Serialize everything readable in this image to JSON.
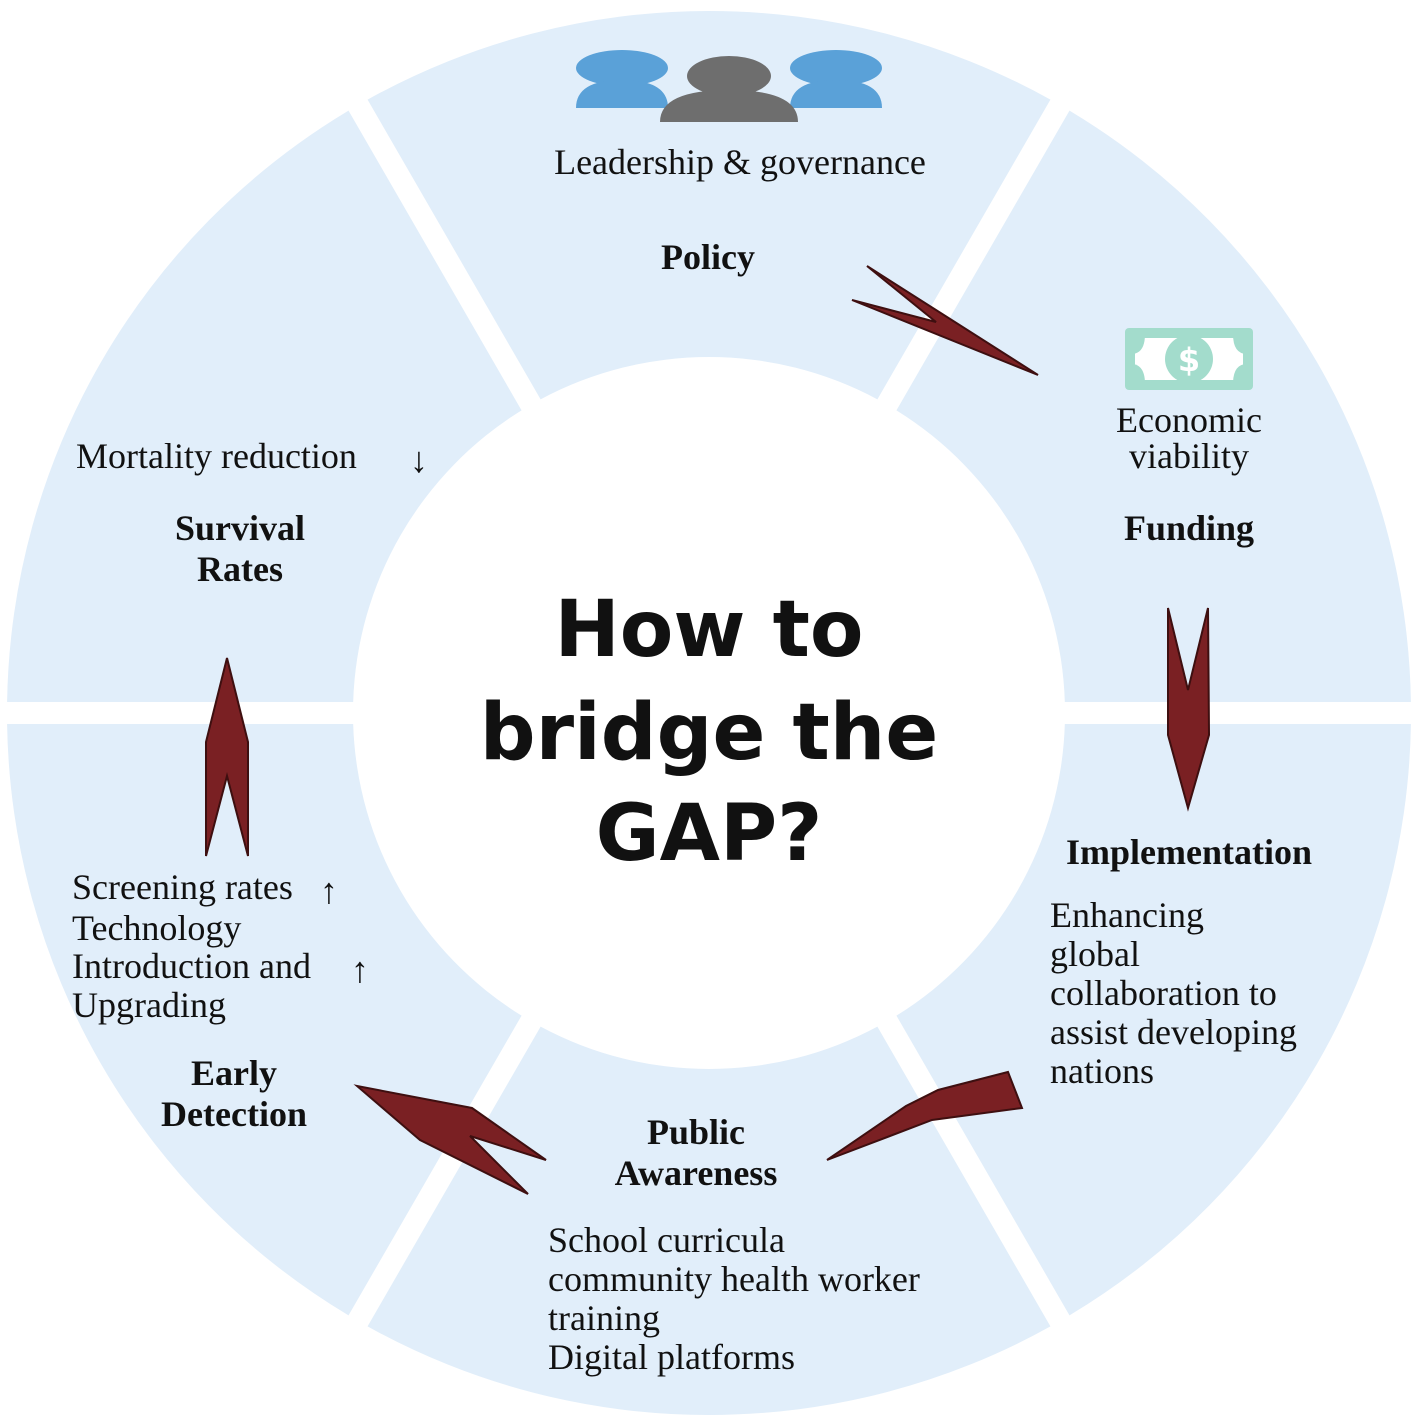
{
  "colors": {
    "segment_fill": "#e1eefa",
    "arrow_fill": "#7a2023",
    "people_side": "#5aa1d8",
    "people_center": "#6e6e6e",
    "money": "#a3dccc",
    "center": "#ffffff",
    "text": "#111111"
  },
  "center_title": [
    "How to",
    "bridge the",
    "GAP?"
  ],
  "segments": {
    "policy": {
      "icon": "people-group-icon",
      "subtitle": "Leadership & governance",
      "title": "Policy"
    },
    "funding": {
      "icon": "dollar-bill-icon",
      "subtitle": [
        "Economic",
        "viability"
      ],
      "title": "Funding"
    },
    "implementation": {
      "title": "Implementation",
      "details": [
        "Enhancing",
        "global",
        "collaboration to",
        "assist developing",
        "nations"
      ]
    },
    "public_awareness": {
      "title": [
        "Public",
        "Awareness"
      ],
      "details": [
        "School curricula",
        "community health worker",
        "training",
        "Digital platforms"
      ]
    },
    "early_detection": {
      "title": [
        "Early",
        "Detection"
      ],
      "details": [
        "Screening rates",
        "Technology",
        "Introduction and",
        "Upgrading"
      ],
      "up_arrow_glyph": "↑"
    },
    "survival_rates": {
      "title": [
        "Survival",
        "Rates"
      ],
      "detail": "Mortality reduction",
      "down_arrow_glyph": "↓"
    }
  }
}
